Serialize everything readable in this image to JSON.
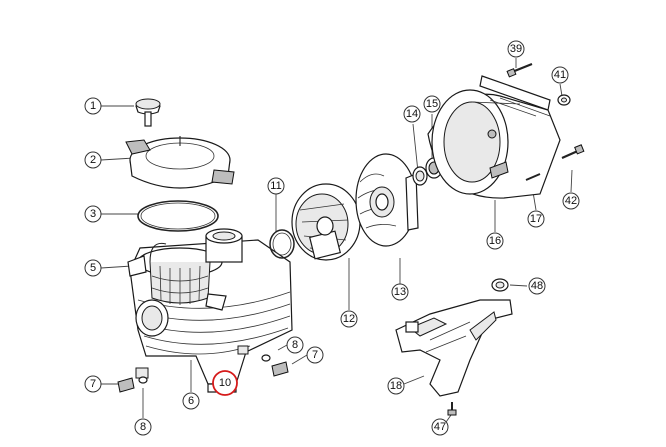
{
  "diagram": {
    "callouts": [
      {
        "id": "c1",
        "label": "1"
      },
      {
        "id": "c2",
        "label": "2"
      },
      {
        "id": "c3",
        "label": "3"
      },
      {
        "id": "c5",
        "label": "5"
      },
      {
        "id": "c6",
        "label": "6"
      },
      {
        "id": "c7a",
        "label": "7"
      },
      {
        "id": "c7b",
        "label": "7"
      },
      {
        "id": "c8a",
        "label": "8"
      },
      {
        "id": "c8b",
        "label": "8"
      },
      {
        "id": "c10",
        "label": "10",
        "highlighted": true
      },
      {
        "id": "c11",
        "label": "11"
      },
      {
        "id": "c12",
        "label": "12"
      },
      {
        "id": "c13",
        "label": "13"
      },
      {
        "id": "c14",
        "label": "14"
      },
      {
        "id": "c15",
        "label": "15"
      },
      {
        "id": "c16",
        "label": "16"
      },
      {
        "id": "c17",
        "label": "17"
      },
      {
        "id": "c18",
        "label": "18"
      },
      {
        "id": "c39",
        "label": "39"
      },
      {
        "id": "c41",
        "label": "41"
      },
      {
        "id": "c42",
        "label": "42"
      },
      {
        "id": "c47",
        "label": "47"
      },
      {
        "id": "c48",
        "label": "48"
      }
    ],
    "highlight_color": "#d51a1a"
  }
}
